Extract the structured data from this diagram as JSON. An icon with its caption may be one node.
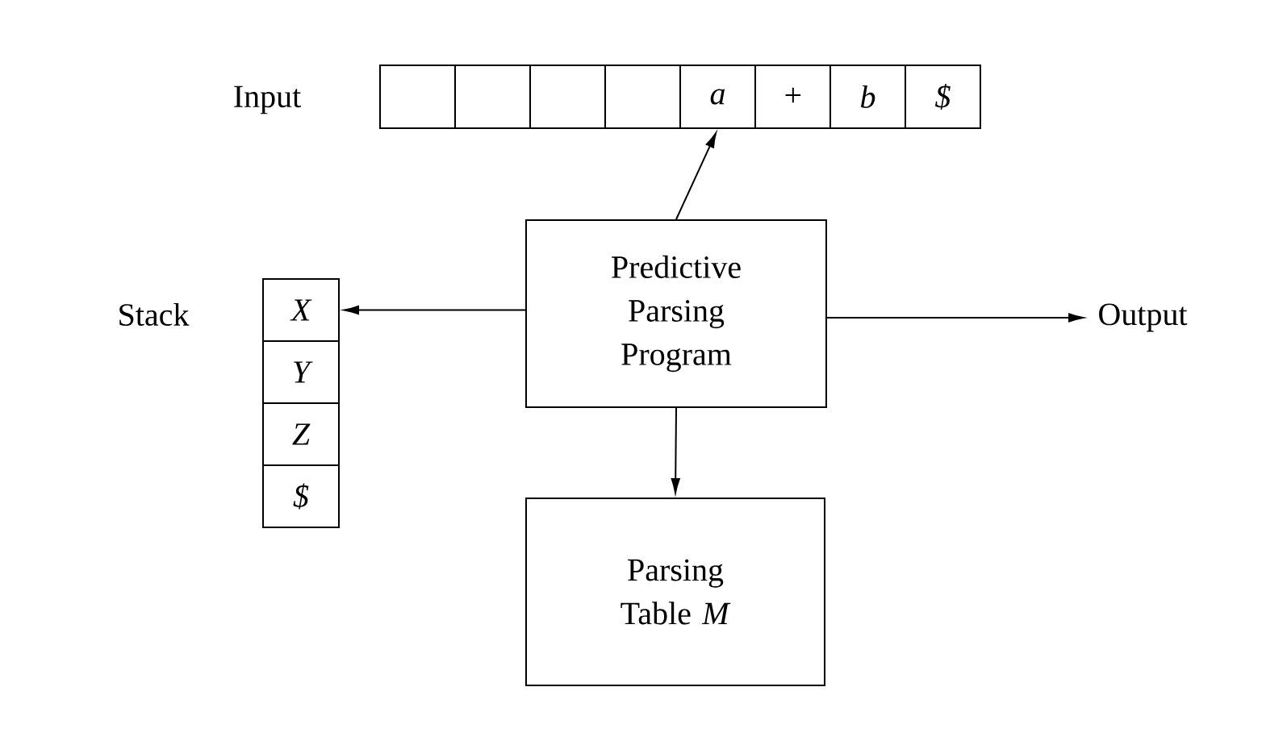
{
  "diagram": {
    "nodes": [
      {
        "text": [],
        "shape": "box"
      },
      {
        "text": [],
        "shape": "box"
      },
      {
        "text": [],
        "shape": "box"
      },
      {
        "text": [],
        "shape": "box"
      },
      {
        "text": [
          "a"
        ]
      },
      {
        "text": [
          "+"
        ]
      },
      {
        "text": [
          "b"
        ]
      },
      {
        "text": [
          "$"
        ]
      },
      {
        "text": [
          "X"
        ]
      },
      {
        "text": [
          "Y"
        ]
      },
      {
        "text": [
          "Z"
        ]
      },
      {
        "text": [
          "$"
        ]
      },
      {
        "text": [
          "Predictive Parsing Program"
        ]
      },
      {
        "text": [
          "Output"
        ]
      },
      {
        "text": [
          "Parsing Table *M*"
        ]
      }
    ],
    "edges": [
      {
        "from": 12,
        "to": 4,
        "arrow": "to"
      },
      {
        "from": 12,
        "to": 8,
        "arrow": "to"
      },
      {
        "from": 12,
        "to": 13,
        "arrow": "to"
      },
      {
        "from": 12,
        "to": 14,
        "arrow": "to"
      }
    ],
    "labels": [
      "Input",
      "Stack"
    ]
  }
}
